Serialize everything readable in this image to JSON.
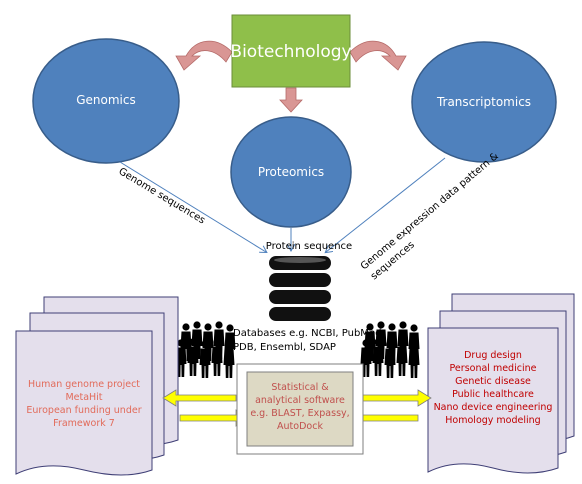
{
  "nodes": {
    "biotechnology": "Biotechnology",
    "genomics": "Genomics",
    "proteomics": "Proteomics",
    "transcriptomics": "Transcriptomics"
  },
  "edge_labels": {
    "genome_sequences": "Genome sequences",
    "protein_sequence": "Protein sequence",
    "expression_line1": "Genome expression data pattern &",
    "expression_line2": "sequences"
  },
  "databases": {
    "line1": "Databases e.g. NCBI, PubMed",
    "line2": "PDB, Ensembl, SDAP"
  },
  "left_document": {
    "lines": [
      "Human genome project",
      "MetaHit",
      "European funding under",
      "Framework 7"
    ]
  },
  "center_box": {
    "lines": [
      "Statistical &",
      "analytical software",
      "e.g. BLAST, Expassy,",
      "AutoDock"
    ]
  },
  "right_document": {
    "lines": [
      "Drug design",
      "Personal medicine",
      "Genetic disease",
      "Public  healthcare",
      "Nano device engineering",
      "Homology modeling"
    ]
  },
  "colors": {
    "circle_fill": "#4f81bd",
    "circle_stroke": "#385d8a",
    "biotech_fill": "#8fbf4a",
    "arrow_fill": "#d99694",
    "doc_fill": "#e4dfec",
    "doc_stroke": "#3f3f76",
    "left_doc_text": "#e26b5a",
    "right_doc_text": "#c00000",
    "center_text": "#c0504d",
    "center_fill": "#ddd9c4",
    "yellow_arrow": "#ffff00",
    "line_blue": "#4f81bd"
  }
}
